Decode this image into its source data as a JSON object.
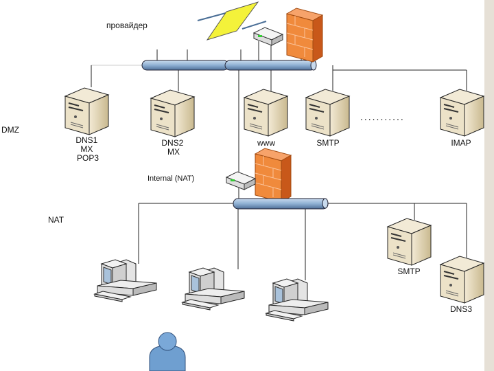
{
  "zones": {
    "provider": "провайдер",
    "dmz": "DMZ",
    "nat": "NAT",
    "internal_nat": "Internal (NAT)"
  },
  "servers": {
    "dns1": [
      "DNS1",
      "MX",
      "POP3"
    ],
    "dns2": [
      "DNS2",
      "MX"
    ],
    "www": [
      "www"
    ],
    "smtp_dmz": [
      "SMTP"
    ],
    "imap": [
      "IMAP"
    ],
    "smtp_nat": [
      "SMTP"
    ],
    "dns3": [
      "DNS3"
    ]
  },
  "ellipsis": "...........",
  "colors": {
    "bus": "#8fb0d3",
    "firewall": "#f08a3c",
    "lightning": "#f4f23a",
    "server": "#e8dcc0",
    "user": "#6f9fd0",
    "side_strip": "#e6e0d6"
  }
}
